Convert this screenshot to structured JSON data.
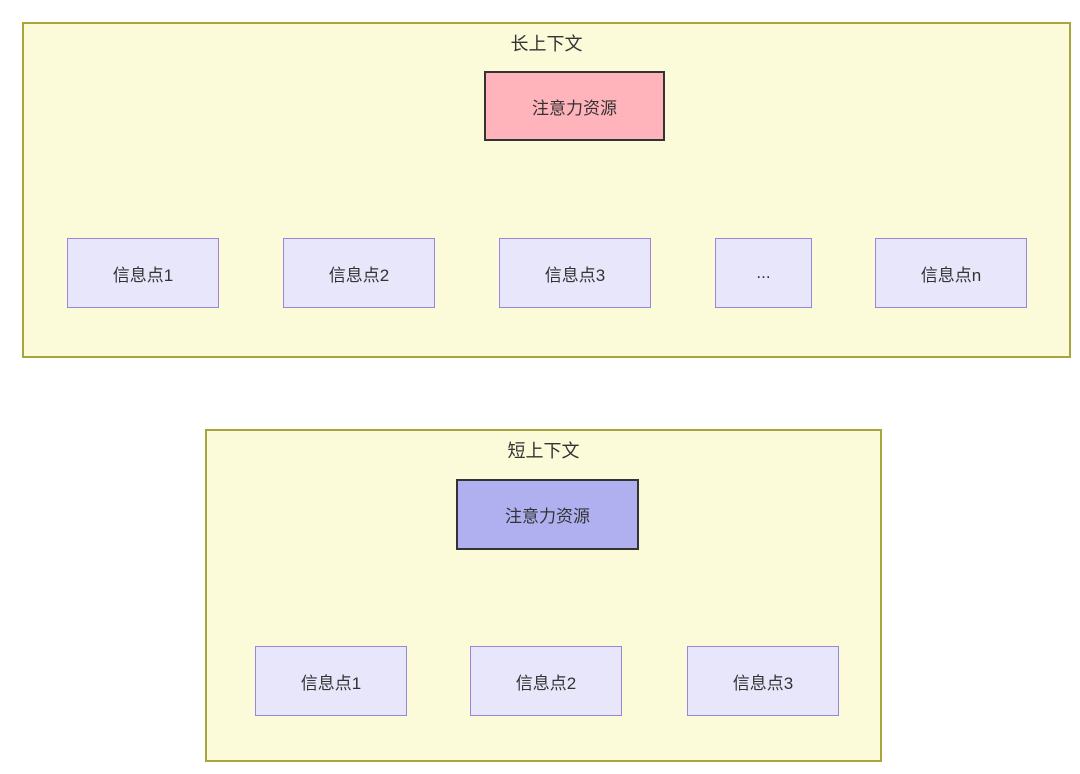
{
  "diagram": {
    "panels": [
      {
        "title": "长上下文",
        "root": {
          "label": "注意力资源"
        },
        "children": [
          {
            "label": "信息点1"
          },
          {
            "label": "信息点2"
          },
          {
            "label": "信息点3"
          },
          {
            "label": "..."
          },
          {
            "label": "信息点n"
          }
        ]
      },
      {
        "title": "短上下文",
        "root": {
          "label": "注意力资源"
        },
        "children": [
          {
            "label": "信息点1"
          },
          {
            "label": "信息点2"
          },
          {
            "label": "信息点3"
          }
        ]
      }
    ],
    "colors": {
      "panel_background": "#fbfbd9",
      "panel_border": "#a6a63c",
      "attention_long_fill": "#ffb3ba",
      "attention_short_fill": "#b0b0f0",
      "root_border": "#333333",
      "leaf_fill": "#e8e6fb",
      "leaf_border": "#9887d9",
      "edge_stroke": "#333333",
      "text": "#333333"
    }
  }
}
